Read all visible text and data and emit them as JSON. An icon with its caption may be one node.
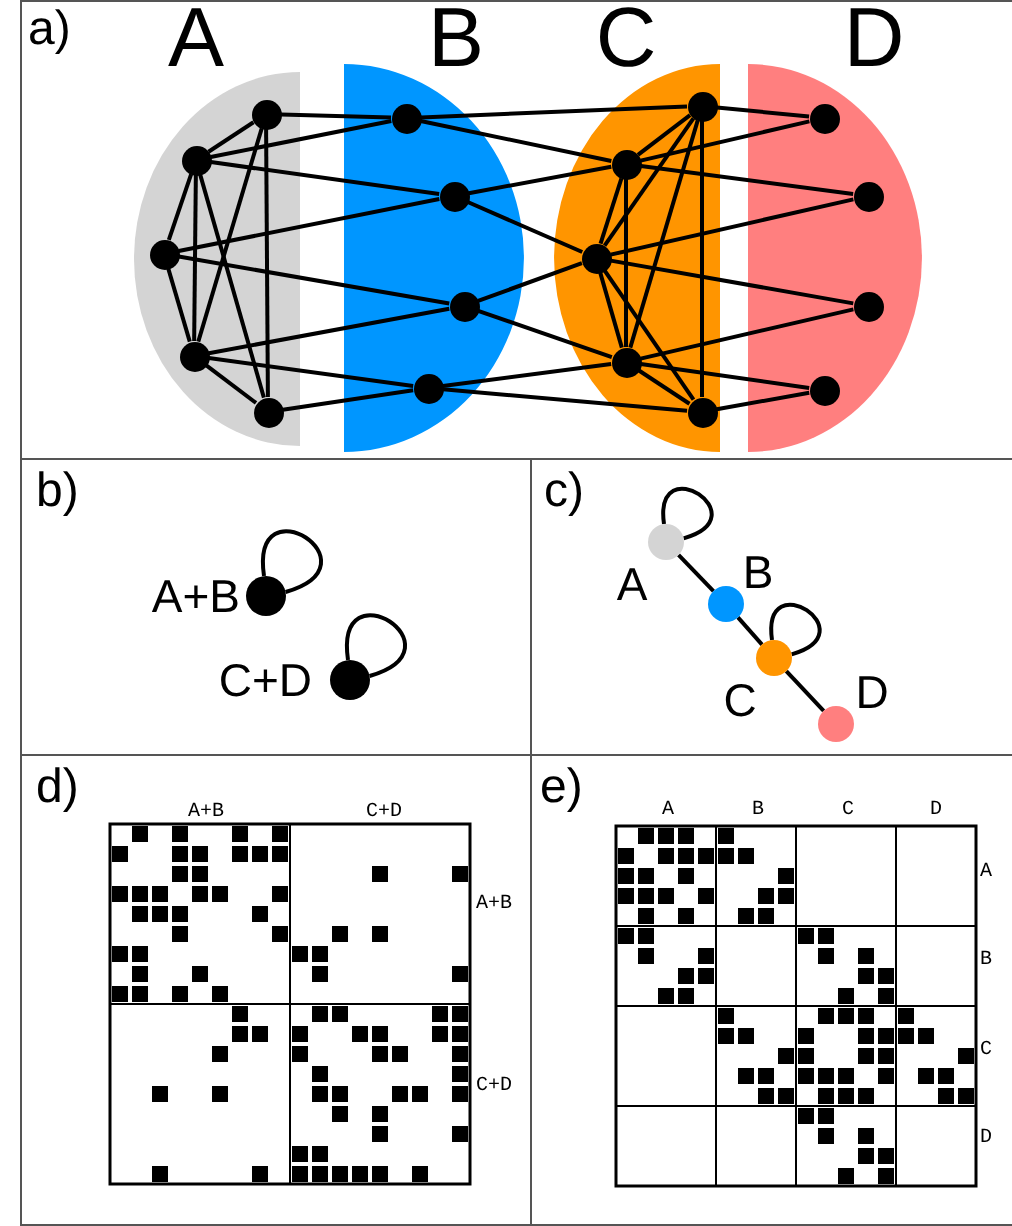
{
  "diagram": {
    "nodes": [
      {
        "text": [
          "a)"
        ]
      },
      {
        "text": [
          "A"
        ],
        "in": 0
      },
      {
        "text": [
          "B"
        ],
        "in": 0
      },
      {
        "text": [
          "C"
        ],
        "in": 0
      },
      {
        "text": [
          "D"
        ],
        "in": 0
      },
      {
        "text": [],
        "shape": "circle",
        "in": 1
      },
      {
        "text": [],
        "shape": "circle",
        "in": 1
      },
      {
        "text": [],
        "shape": "circle",
        "in": 1
      },
      {
        "text": [],
        "shape": "circle",
        "in": 1
      },
      {
        "text": [],
        "shape": "circle",
        "in": 1
      },
      {
        "text": [],
        "shape": "circle",
        "in": 2
      },
      {
        "text": [],
        "shape": "circle",
        "in": 2
      },
      {
        "text": [],
        "shape": "circle",
        "in": 2
      },
      {
        "text": [],
        "shape": "circle",
        "in": 2
      },
      {
        "text": [],
        "shape": "circle",
        "in": 3
      },
      {
        "text": [],
        "shape": "circle",
        "in": 3
      },
      {
        "text": [],
        "shape": "circle",
        "in": 3
      },
      {
        "text": [],
        "shape": "circle",
        "in": 3
      },
      {
        "text": [],
        "shape": "circle",
        "in": 3
      },
      {
        "text": [],
        "shape": "circle",
        "in": 4
      },
      {
        "text": [],
        "shape": "circle",
        "in": 4
      },
      {
        "text": [],
        "shape": "circle",
        "in": 4
      },
      {
        "text": [],
        "shape": "circle",
        "in": 4
      },
      {
        "text": [
          "b)"
        ]
      },
      {
        "text": [
          "A+B"
        ],
        "in": 23
      },
      {
        "text": [
          "C+D"
        ],
        "in": 23
      },
      {
        "text": [
          "c)"
        ]
      },
      {
        "text": [
          "A"
        ],
        "in": 26
      },
      {
        "text": [
          "B"
        ],
        "in": 26
      },
      {
        "text": [
          "C"
        ],
        "in": 26
      },
      {
        "text": [
          "D"
        ],
        "in": 26
      },
      {
        "text": [
          "d)"
        ]
      },
      {
        "text": [
          "e)"
        ]
      }
    ],
    "edges": [
      {
        "from": 5,
        "to": 6,
        "arrow": "none"
      },
      {
        "from": 5,
        "to": 8,
        "arrow": "none"
      },
      {
        "from": 5,
        "to": 9,
        "arrow": "none"
      },
      {
        "from": 6,
        "to": 7,
        "arrow": "none"
      },
      {
        "from": 6,
        "to": 8,
        "arrow": "none"
      },
      {
        "from": 6,
        "to": 9,
        "arrow": "none"
      },
      {
        "from": 7,
        "to": 8,
        "arrow": "none"
      },
      {
        "from": 8,
        "to": 9,
        "arrow": "none"
      },
      {
        "from": 5,
        "to": 10,
        "arrow": "none"
      },
      {
        "from": 6,
        "to": 10,
        "arrow": "none"
      },
      {
        "from": 6,
        "to": 11,
        "arrow": "none"
      },
      {
        "from": 7,
        "to": 11,
        "arrow": "none"
      },
      {
        "from": 7,
        "to": 12,
        "arrow": "none"
      },
      {
        "from": 8,
        "to": 12,
        "arrow": "none"
      },
      {
        "from": 8,
        "to": 13,
        "arrow": "none"
      },
      {
        "from": 9,
        "to": 13,
        "arrow": "none"
      },
      {
        "from": 10,
        "to": 14,
        "arrow": "none"
      },
      {
        "from": 10,
        "to": 15,
        "arrow": "none"
      },
      {
        "from": 11,
        "to": 15,
        "arrow": "none"
      },
      {
        "from": 11,
        "to": 16,
        "arrow": "none"
      },
      {
        "from": 12,
        "to": 16,
        "arrow": "none"
      },
      {
        "from": 12,
        "to": 17,
        "arrow": "none"
      },
      {
        "from": 13,
        "to": 17,
        "arrow": "none"
      },
      {
        "from": 13,
        "to": 18,
        "arrow": "none"
      },
      {
        "from": 14,
        "to": 15,
        "arrow": "none"
      },
      {
        "from": 14,
        "to": 16,
        "arrow": "none"
      },
      {
        "from": 14,
        "to": 17,
        "arrow": "none"
      },
      {
        "from": 14,
        "to": 18,
        "arrow": "none"
      },
      {
        "from": 15,
        "to": 16,
        "arrow": "none"
      },
      {
        "from": 15,
        "to": 17,
        "arrow": "none"
      },
      {
        "from": 16,
        "to": 17,
        "arrow": "none"
      },
      {
        "from": 16,
        "to": 18,
        "arrow": "none"
      },
      {
        "from": 17,
        "to": 18,
        "arrow": "none"
      },
      {
        "from": 14,
        "to": 19,
        "arrow": "none"
      },
      {
        "from": 15,
        "to": 19,
        "arrow": "none"
      },
      {
        "from": 15,
        "to": 20,
        "arrow": "none"
      },
      {
        "from": 16,
        "to": 20,
        "arrow": "none"
      },
      {
        "from": 16,
        "to": 21,
        "arrow": "none"
      },
      {
        "from": 17,
        "to": 21,
        "arrow": "none"
      },
      {
        "from": 17,
        "to": 22,
        "arrow": "none"
      },
      {
        "from": 18,
        "to": 22,
        "arrow": "none"
      },
      {
        "from": 24,
        "to": 24,
        "arrow": "none"
      },
      {
        "from": 25,
        "to": 25,
        "arrow": "none"
      },
      {
        "from": 27,
        "to": 27,
        "arrow": "none"
      },
      {
        "from": 27,
        "to": 28,
        "arrow": "none"
      },
      {
        "from": 28,
        "to": 29,
        "arrow": "none"
      },
      {
        "from": 29,
        "to": 30,
        "arrow": "none"
      },
      {
        "from": 29,
        "to": 29,
        "arrow": "none"
      }
    ],
    "labels": [
      "A+B",
      "C+D",
      "A+B",
      "C+D",
      "A",
      "B",
      "C",
      "D",
      "A",
      "B",
      "C",
      "D"
    ]
  }
}
